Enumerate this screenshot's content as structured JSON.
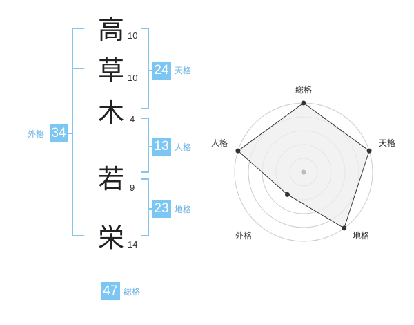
{
  "name_chars": [
    {
      "char": "高",
      "strokes": "10"
    },
    {
      "char": "草",
      "strokes": "10"
    },
    {
      "char": "木",
      "strokes": "4"
    },
    {
      "char": "若",
      "strokes": "9"
    },
    {
      "char": "栄",
      "strokes": "14"
    }
  ],
  "fortunes": {
    "tenkaku": {
      "label": "天格",
      "value": "24"
    },
    "jinkaku": {
      "label": "人格",
      "value": "13"
    },
    "chikaku": {
      "label": "地格",
      "value": "23"
    },
    "gaikaku": {
      "label": "外格",
      "value": "34"
    },
    "soukaku": {
      "label": "総格",
      "value": "47"
    }
  },
  "radar": {
    "axes": [
      "総格",
      "天格",
      "地格",
      "外格",
      "人格"
    ],
    "levels": 5,
    "values_fraction": [
      1.0,
      1.0,
      1.0,
      0.4,
      1.0
    ],
    "colors": {
      "grid": "#cccccc",
      "fill": "#eeeeee",
      "line": "#333333",
      "point": "#333333",
      "center": "#bbbbbb"
    }
  },
  "colors": {
    "accent_box": "#7cc6f4",
    "accent_text": "#6ab4e6",
    "bracket": "#86c6ec"
  }
}
